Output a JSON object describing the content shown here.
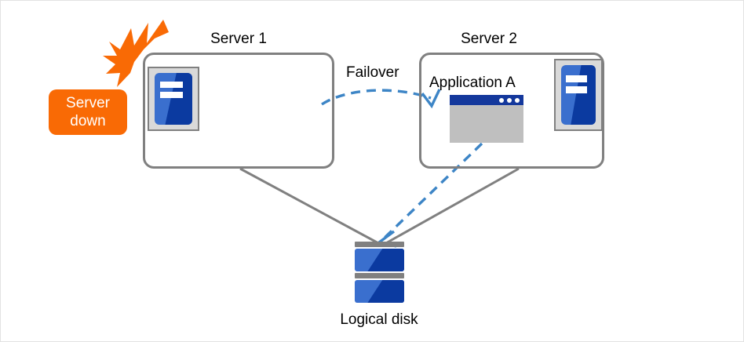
{
  "diagram": {
    "title": "Failover cluster diagram",
    "colors": {
      "alert_orange": "#f96a05",
      "server_blue_light": "#3a6fce",
      "server_blue_dark": "#0b3aa0",
      "app_titlebar_navy": "#14389c",
      "connector_gray": "#808080",
      "failover_arrow_blue": "#3d85c6",
      "icon_frame_gray": "#d9d9d9",
      "canvas_background": "#ffffff"
    }
  },
  "nodes": {
    "server1": {
      "caption": "Server 1",
      "icon_name": "server-tower-icon",
      "state_badge": {
        "line1": "Server",
        "line2": "down",
        "full_text": "Server down"
      },
      "burst_icon_name": "failure-burst-icon"
    },
    "server2": {
      "caption": "Server 2",
      "icon_name": "server-tower-icon",
      "application": {
        "label": "Application  A",
        "window_icon_name": "application-window-icon",
        "titlebar_dot_count": 3
      }
    },
    "storage": {
      "label": "Logical disk",
      "icon_name": "logical-disk-icon",
      "platter_count": 2
    }
  },
  "connectors": {
    "failover": {
      "label": "Failover",
      "from": "Server 1",
      "to": "Server 2",
      "style": "dashed",
      "color": "#3d85c6"
    },
    "server1_to_disk": {
      "from": "Server 1",
      "to": "Logical disk",
      "style": "solid",
      "color": "#808080"
    },
    "server2_to_disk": {
      "from": "Server 2",
      "to": "Logical disk",
      "style": "solid",
      "color": "#808080"
    },
    "app_to_disk": {
      "from": "Application  A",
      "to": "Logical disk",
      "style": "dashed",
      "color": "#3d85c6"
    }
  }
}
